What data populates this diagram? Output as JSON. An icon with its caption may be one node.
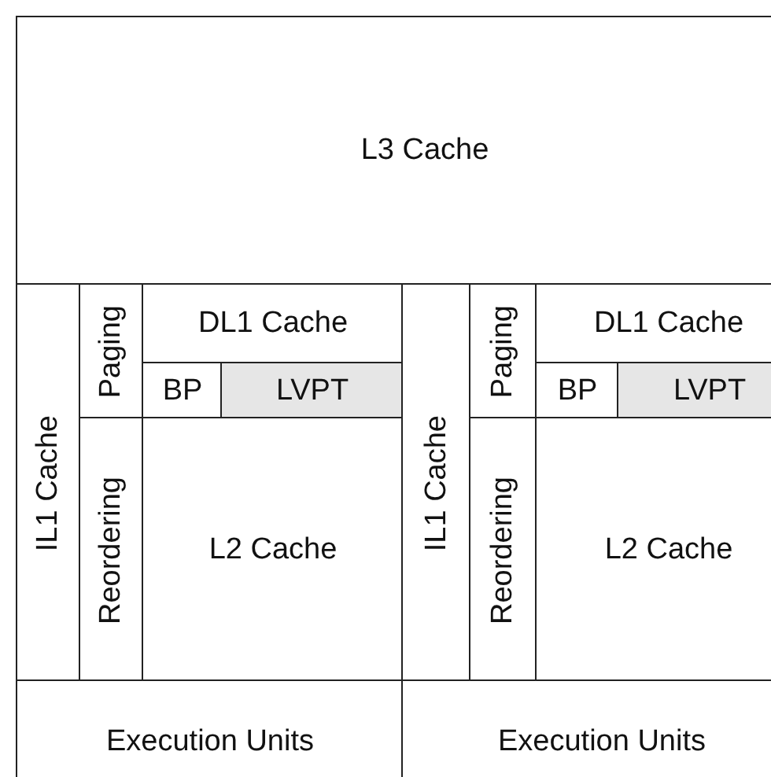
{
  "diagram": {
    "nodes": [
      {
        "text": [
          "L3 Cache"
        ]
      },
      {
        "text": [
          "IL1 Cache"
        ]
      },
      {
        "text": [
          "Paging"
        ]
      },
      {
        "text": [
          "DL1 Cache"
        ]
      },
      {
        "text": [
          "BP"
        ]
      },
      {
        "text": [
          "LVPT"
        ]
      },
      {
        "text": [
          "Reordering"
        ]
      },
      {
        "text": [
          "L2 Cache"
        ]
      },
      {
        "text": [
          "Execution Units"
        ]
      },
      {
        "text": [
          "IL1 Cache"
        ]
      },
      {
        "text": [
          "Paging"
        ]
      },
      {
        "text": [
          "DL1 Cache"
        ]
      },
      {
        "text": [
          "BP"
        ]
      },
      {
        "text": [
          "LVPT"
        ]
      },
      {
        "text": [
          "Reordering"
        ]
      },
      {
        "text": [
          "L2 Cache"
        ]
      },
      {
        "text": [
          "Execution Units"
        ]
      }
    ]
  }
}
